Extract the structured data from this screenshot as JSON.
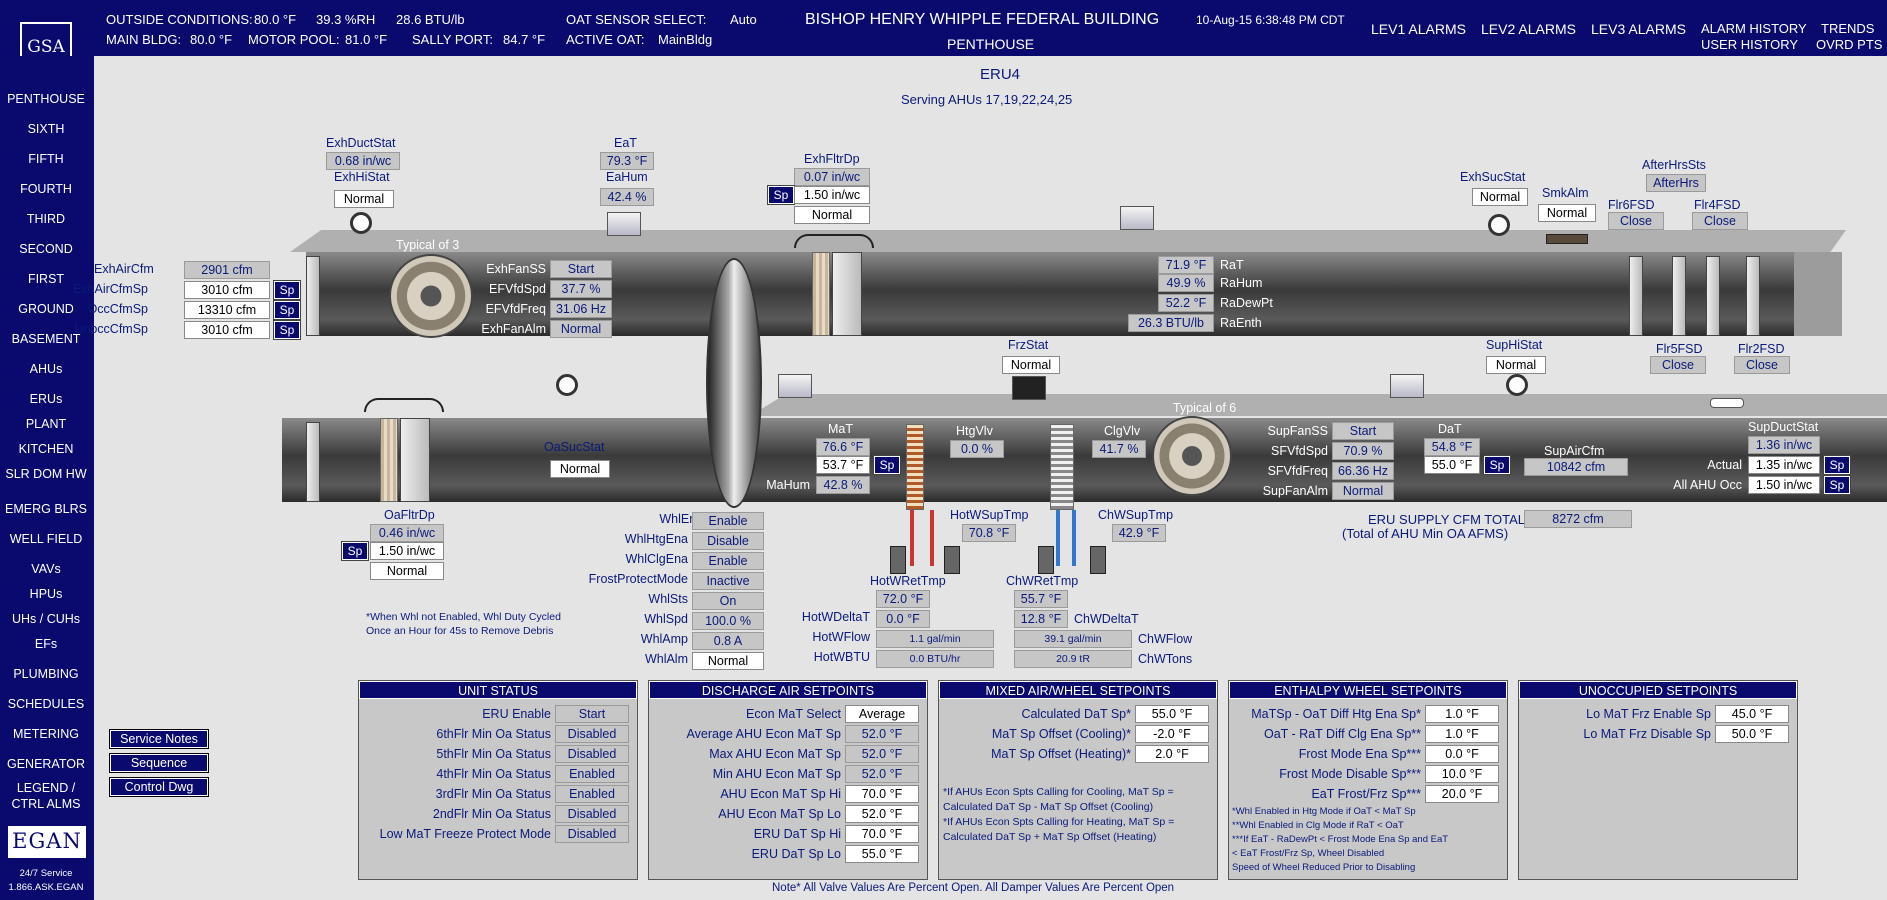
{
  "header": {
    "oc_label": "OUTSIDE CONDITIONS:",
    "oc_t": "80.0 °F",
    "oc_rh": "39.3 %RH",
    "oc_enth": "28.6 BTU/lb",
    "main_label": "MAIN BLDG:",
    "main_val": "80.0 °F",
    "motor_label": "MOTOR POOL:",
    "motor_val": "81.0 °F",
    "sally_label": "SALLY PORT:",
    "sally_val": "84.7 °F",
    "oat_sel_label": "OAT SENSOR SELECT:",
    "oat_sel_val": "Auto",
    "active_label": "ACTIVE OAT:",
    "active_val": "MainBldg",
    "title": "BISHOP HENRY WHIPPLE FEDERAL BUILDING",
    "subtitle": "PENTHOUSE",
    "datetime": "10-Aug-15 6:38:48 PM CDT",
    "lev1": "LEV1 ALARMS",
    "lev2": "LEV2 ALARMS",
    "lev3": "LEV3 ALARMS",
    "alarm_hist": "ALARM HISTORY",
    "user_hist": "USER HISTORY",
    "trends": "TRENDS",
    "ovrd": "OVRD PTS"
  },
  "logo": "GSA",
  "nav": [
    "PENTHOUSE",
    "SIXTH",
    "FIFTH",
    "FOURTH",
    "THIRD",
    "SECOND",
    "FIRST",
    "GROUND",
    "BASEMENT",
    "AHUs",
    "ERUs",
    "PLANT",
    "KITCHEN",
    "SLR DOM HW",
    "EMERG BLRS",
    "WELL FIELD",
    "VAVs",
    "HPUs",
    "UHs / CUHs",
    "EFs",
    "PLUMBING",
    "SCHEDULES",
    "METERING",
    "GENERATOR",
    "LEGEND /",
    "CTRL ALMS"
  ],
  "egan": {
    "logo": "EGAN",
    "service": "24/7 Service",
    "phone": "1.866.ASK.EGAN"
  },
  "page": {
    "title": "ERU4",
    "subtitle": "Serving AHUs 17,19,22,24,25"
  },
  "exh": {
    "duct_stat_label": "ExhDuctStat",
    "duct_stat": "0.68 in/wc",
    "hi_stat_label": "ExhHiStat",
    "hi_stat": "Normal",
    "eat_label": "EaT",
    "eat": "79.3 °F",
    "eahum_label": "EaHum",
    "eahum": "42.4 %",
    "fltr_label": "ExhFltrDp",
    "fltr": "0.07 in/wc",
    "fltr_sp": "1.50 in/wc",
    "fltr_stat": "Normal",
    "typical": "Typical of 3",
    "aircfm_label": "ExhAirCfm",
    "aircfm": "2901 cfm",
    "aircfmsp_label": "ExhAirCfmSp",
    "aircfmsp": "3010 cfm",
    "occ_label": "OccCfmSp",
    "occ": "13310 cfm",
    "unocc_label": "UnoccCfmSp",
    "unocc": "3010 cfm",
    "fanss_label": "ExhFanSS",
    "fanss": "Start",
    "efvfdspd_label": "EFVfdSpd",
    "efvfdspd": "37.7 %",
    "efvfdfreq_label": "EFVfdFreq",
    "efvfdfreq": "31.06 Hz",
    "fanalm_label": "ExhFanAlm",
    "fanalm": "Normal",
    "rat": "71.9 °F",
    "rat_label": "RaT",
    "rahum": "49.9 %",
    "rahum_label": "RaHum",
    "radew": "52.2 °F",
    "radew_label": "RaDewPt",
    "raenth": "26.3 BTU/lb",
    "raenth_label": "RaEnth",
    "suc_label": "ExhSucStat",
    "suc": "Normal",
    "smk_label": "SmkAlm",
    "smk": "Normal",
    "after_label": "AfterHrsSts",
    "after": "AfterHrs",
    "flr6_label": "Flr6FSD",
    "flr6": "Close",
    "flr4_label": "Flr4FSD",
    "flr4": "Close"
  },
  "sup": {
    "frz_label": "FrzStat",
    "frz": "Normal",
    "oasuc_label": "OaSucStat",
    "oasuc": "Normal",
    "mat_label": "MaT",
    "mat": "76.6 °F",
    "matsp": "53.7 °F",
    "mahum_label": "MaHum",
    "mahum": "42.8 %",
    "htg_label": "HtgVlv",
    "htg": "0.0 %",
    "clg_label": "ClgVlv",
    "clg": "41.7 %",
    "typical": "Typical of 6",
    "fanss_label": "SupFanSS",
    "fanss": "Start",
    "sfvfdspd_label": "SFVfdSpd",
    "sfvfdspd": "70.9 %",
    "sfvfdfreq_label": "SFVfdFreq",
    "sfvfdfreq": "66.36 Hz",
    "fanalm_label": "SupFanAlm",
    "fanalm": "Normal",
    "dat_label": "DaT",
    "dat": "54.8 °F",
    "datsp": "55.0 °F",
    "hi_label": "SupHiStat",
    "hi": "Normal",
    "aircfm_label": "SupAirCfm",
    "aircfm": "10842 cfm",
    "flr5_label": "Flr5FSD",
    "flr5": "Close",
    "flr2_label": "Flr2FSD",
    "flr2": "Close",
    "duct_label": "SupDuctStat",
    "duct": "1.36 in/wc",
    "actual_label": "Actual",
    "actual": "1.35 in/wc",
    "allahu_label": "All AHU Occ",
    "allahu": "1.50 in/wc",
    "oafltr_label": "OaFltrDp",
    "oafltr": "0.46 in/wc",
    "oafltr_sp": "1.50 in/wc",
    "oafltr_stat": "Normal",
    "total_label": "ERU SUPPLY CFM TOTAL",
    "total_sub": "(Total of AHU Min OA AFMS)",
    "total": "8272 cfm"
  },
  "whl": {
    "ena_label": "WhlEna*",
    "ena": "Enable",
    "htg_label": "WhlHtgEna",
    "htg": "Disable",
    "clg_label": "WhlClgEna",
    "clg": "Enable",
    "frost_label": "FrostProtectMode",
    "frost": "Inactive",
    "sts_label": "WhlSts",
    "sts": "On",
    "spd_label": "WhlSpd",
    "spd": "100.0 %",
    "amp_label": "WhlAmp",
    "amp": "0.8 A",
    "alm_label": "WhlAlm",
    "alm": "Normal",
    "note1": "*When Whl not Enabled, Whl Duty Cycled",
    "note2": "Once an Hour for 45s to Remove Debris"
  },
  "water": {
    "hwsup_label": "HotWSupTmp",
    "hwsup": "70.8 °F",
    "hwret_label": "HotWRetTmp",
    "hwret": "72.0 °F",
    "hwdelta_label": "HotWDeltaT",
    "hwdelta": "0.0 °F",
    "hwflow_label": "HotWFlow",
    "hwflow": "1.1 gal/min",
    "hwbtu_label": "HotWBTU",
    "hwbtu": "0.0 BTU/hr",
    "cwsup_label": "ChWSupTmp",
    "cwsup": "42.9 °F",
    "cwret_label": "ChWRetTmp",
    "cwret": "55.7 °F",
    "cwdelta_label": "ChWDeltaT",
    "cwdelta": "12.8 °F",
    "cwflow_label": "ChWFlow",
    "cwflow": "39.1 gal/min",
    "cwtons_label": "ChWTons",
    "cwtons": "20.9 tR"
  },
  "sp": "Sp",
  "buttons": {
    "notes": "Service Notes",
    "seq": "Sequence",
    "dwg": "Control Dwg"
  },
  "unit_status": {
    "title": "UNIT STATUS",
    "rows": [
      [
        "ERU Enable",
        "Start"
      ],
      [
        "6thFlr Min Oa Status",
        "Disabled"
      ],
      [
        "5thFlr Min Oa Status",
        "Disabled"
      ],
      [
        "4thFlr Min Oa Status",
        "Enabled"
      ],
      [
        "3rdFlr Min Oa Status",
        "Enabled"
      ],
      [
        "2ndFlr Min Oa Status",
        "Disabled"
      ],
      [
        "Low MaT Freeze Protect Mode",
        "Disabled"
      ]
    ]
  },
  "discharge": {
    "title": "DISCHARGE AIR SETPOINTS",
    "rows": [
      [
        "Econ MaT Select",
        "Average"
      ],
      [
        "Average AHU Econ MaT Sp",
        "52.0 °F"
      ],
      [
        "Max AHU Econ MaT Sp",
        "52.0 °F"
      ],
      [
        "Min AHU Econ MaT Sp",
        "52.0 °F"
      ],
      [
        "AHU Econ MaT Sp Hi",
        "70.0 °F"
      ],
      [
        "AHU Econ MaT Sp Lo",
        "52.0 °F"
      ],
      [
        "ERU DaT Sp Hi",
        "70.0 °F"
      ],
      [
        "ERU DaT Sp Lo",
        "55.0 °F"
      ]
    ]
  },
  "mixed": {
    "title": "MIXED AIR/WHEEL SETPOINTS",
    "rows": [
      [
        "Calculated DaT Sp*",
        "55.0 °F"
      ],
      [
        "MaT Sp Offset (Cooling)*",
        "-2.0 °F"
      ],
      [
        "MaT Sp Offset (Heating)*",
        "2.0 °F"
      ]
    ],
    "notes": [
      "*If AHUs Econ Spts Calling for Cooling, MaT Sp =",
      "Calculated DaT Sp - MaT Sp Offset (Cooling)",
      "*If AHUs Econ Spts Calling for Heating, MaT Sp =",
      "Calculated DaT Sp + MaT Sp Offset (Heating)"
    ]
  },
  "enthalpy": {
    "title": "ENTHALPY WHEEL SETPOINTS",
    "rows": [
      [
        "MaTSp - OaT Diff Htg Ena Sp*",
        "1.0 °F"
      ],
      [
        "OaT - RaT Diff Clg Ena Sp**",
        "1.0 °F"
      ],
      [
        "Frost Mode Ena Sp***",
        "0.0 °F"
      ],
      [
        "Frost Mode Disable Sp***",
        "10.0 °F"
      ],
      [
        "EaT Frost/Frz Sp***",
        "20.0 °F"
      ]
    ],
    "notes": [
      "*Whl Enabled in Htg Mode if OaT < MaT Sp",
      "**Whl Enabled in Clg Mode if RaT < OaT",
      "***If EaT - RaDewPt < Frost Mode Ena Sp and EaT",
      "< EaT Frost/Frz Sp, Wheel Disabled",
      "Speed of Wheel Reduced Prior to Disabling"
    ]
  },
  "unoccupied": {
    "title": "UNOCCUPIED SETPOINTS",
    "rows": [
      [
        "Lo MaT Frz Enable Sp",
        "45.0 °F"
      ],
      [
        "Lo MaT Frz Disable Sp",
        "50.0 °F"
      ]
    ]
  },
  "footnote": "Note* All Valve Values Are Percent Open.  All Damper Values Are Percent Open"
}
